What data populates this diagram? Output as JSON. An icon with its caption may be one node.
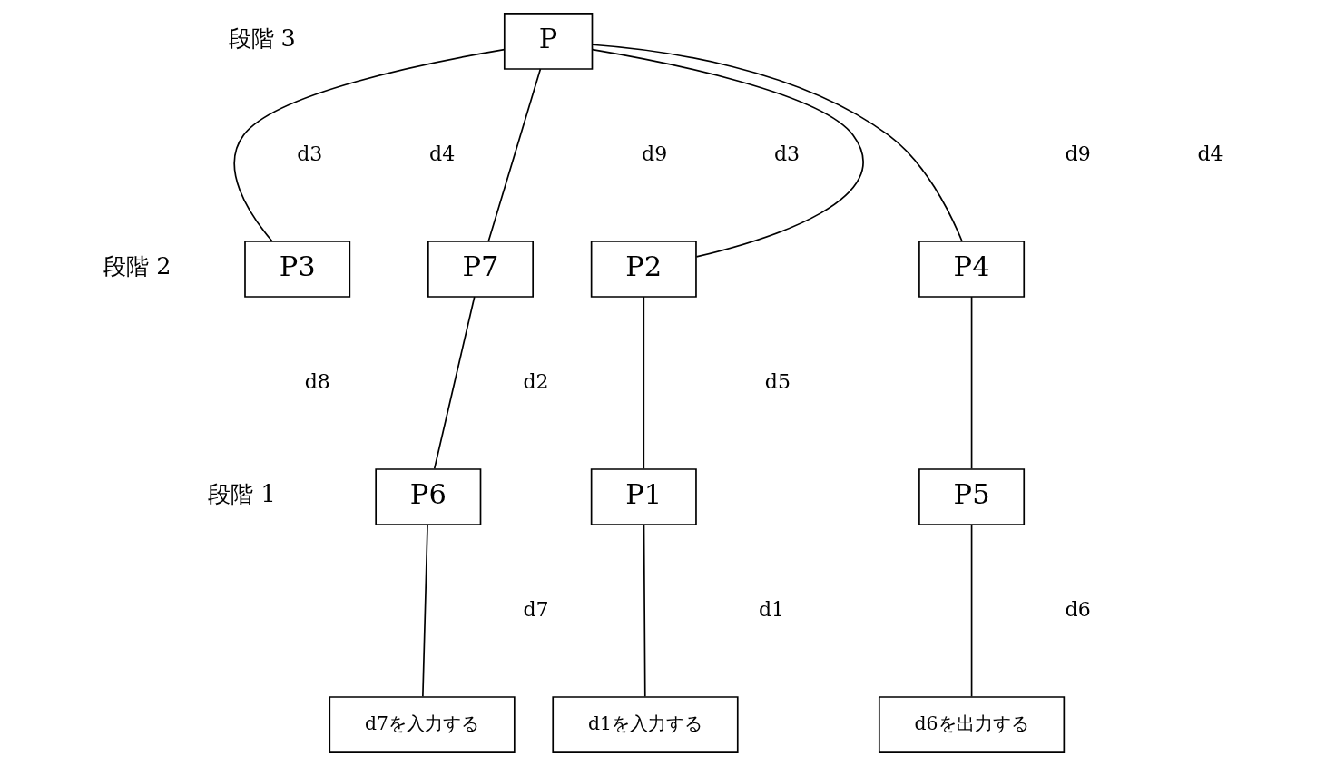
{
  "diagram": {
    "nodes": [
      {
        "text": [
          "P"
        ]
      },
      {
        "text": [
          "P2"
        ]
      },
      {
        "text": [
          "P3"
        ]
      },
      {
        "text": [
          "P7"
        ]
      },
      {
        "text": [
          "P4"
        ]
      },
      {
        "text": [
          "P1"
        ]
      },
      {
        "text": [
          "P6"
        ]
      },
      {
        "text": [
          "P5"
        ]
      },
      {
        "text": [
          "d1を入力する"
        ]
      },
      {
        "text": [
          "d7を入力する"
        ]
      },
      {
        "text": [
          "d6を出力する"
        ]
      }
    ],
    "edges": [
      {
        "from": 0,
        "to": 1,
        "arrow": "none"
      },
      {
        "from": 0,
        "to": 2,
        "arrow": "none"
      },
      {
        "from": 0,
        "to": 3,
        "arrow": "none"
      },
      {
        "from": 0,
        "to": 4,
        "arrow": "none"
      },
      {
        "from": 1,
        "to": 5,
        "arrow": "none"
      },
      {
        "from": 3,
        "to": 6,
        "arrow": "none"
      },
      {
        "from": 4,
        "to": 7,
        "arrow": "none"
      },
      {
        "from": 5,
        "to": 8,
        "arrow": "none"
      },
      {
        "from": 6,
        "to": 9,
        "arrow": "none"
      },
      {
        "from": 7,
        "to": 10,
        "arrow": "none"
      }
    ],
    "labels": [
      "段階 3",
      "d3",
      "d3",
      "d4",
      "d9",
      "d9",
      "d4",
      "段階 2",
      "d2",
      "d8",
      "d5",
      "段階 1",
      "d1",
      "d7",
      "d6"
    ]
  }
}
